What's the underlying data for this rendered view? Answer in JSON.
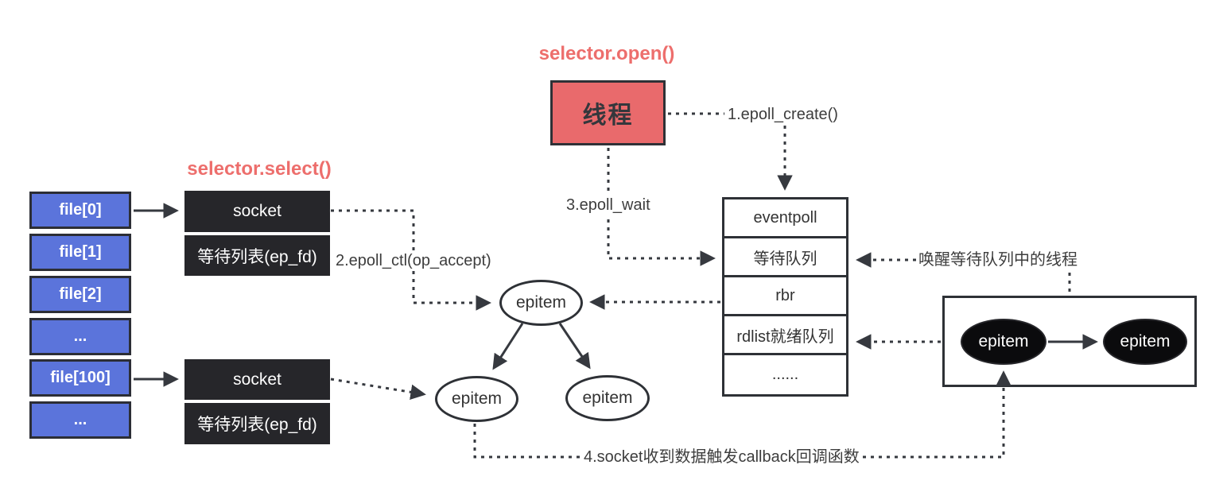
{
  "titles": {
    "selector_open": "selector.open()",
    "selector_select": "selector.select()"
  },
  "thread_box": {
    "label": "线程"
  },
  "file_table": {
    "items": [
      "file[0]",
      "file[1]",
      "file[2]",
      "...",
      "file[100]",
      "..."
    ]
  },
  "sockets": [
    {
      "title": "socket",
      "wait_list": "等待列表(ep_fd)"
    },
    {
      "title": "socket",
      "wait_list": "等待列表(ep_fd)"
    }
  ],
  "eventpoll": {
    "rows": [
      "eventpoll",
      "等待队列",
      "rbr",
      "rdlist就绪队列",
      "......"
    ]
  },
  "rbtree": {
    "root": "epitem",
    "left_child": "epitem",
    "right_child": "epitem"
  },
  "ready_list": {
    "nodes": [
      "epitem",
      "epitem"
    ]
  },
  "annotations": {
    "step1": "1.epoll_create()",
    "step2": "2.epoll_ctl(op_accept)",
    "step3": "3.epoll_wait",
    "step4": "4.socket收到数据触发callback回调函数",
    "wakeup": "唤醒等待队列中的线程"
  },
  "colors": {
    "file_box": "#5b74db",
    "thread_box": "#e96a6c",
    "socket_box": "#26262a",
    "accent_red": "#ed6e6c",
    "line": "#36393f"
  }
}
